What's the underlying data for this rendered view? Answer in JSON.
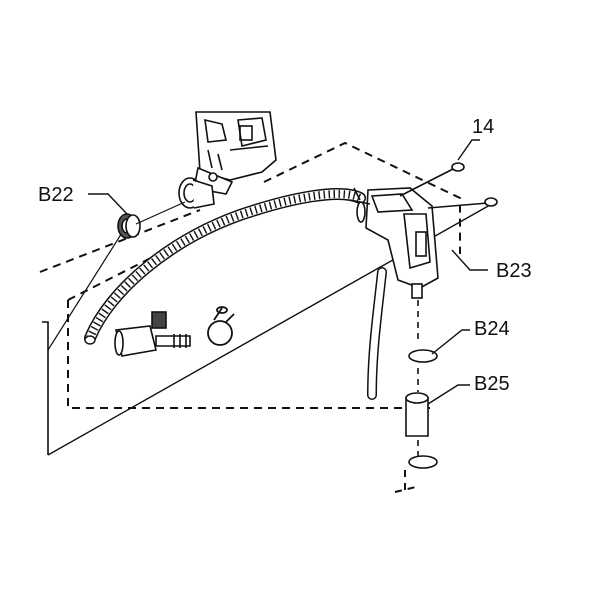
{
  "callouts": {
    "b22": "B22",
    "n14": "14",
    "b23": "B23",
    "b24": "B24",
    "b25": "B25"
  },
  "colors": {
    "line": "#111111",
    "background": "#ffffff",
    "part_fill": "#ffffff"
  },
  "icons": {
    "motor": "washer-pump-motor-icon",
    "reservoir": "tank-neck-icon",
    "grommet": "grommet-icon",
    "hose": "corrugated-hose-icon",
    "pump": "washer-pump-icon",
    "clip": "hose-clip-icon",
    "screw": "screw-icon",
    "bracket": "bracket-icon",
    "washer": "washer-icon",
    "collar": "collar-icon"
  }
}
